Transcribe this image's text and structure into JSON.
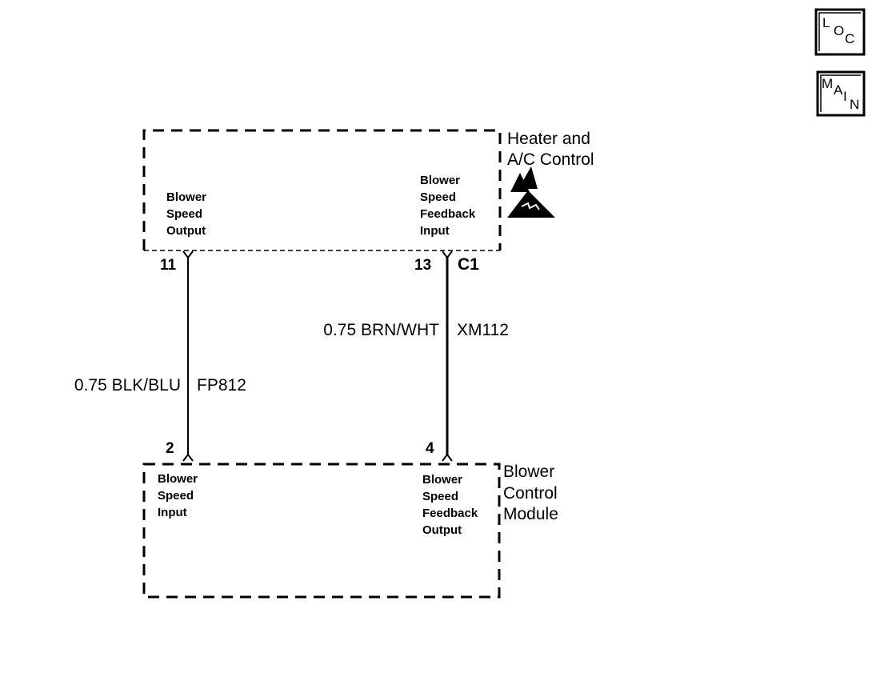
{
  "nav": {
    "loc": {
      "l1": "L",
      "l2": "O",
      "l3": "C"
    },
    "main": {
      "l1": "M",
      "l2": "A",
      "l3": "I",
      "l4": "N"
    }
  },
  "top_component": {
    "name_line1": "Heater and",
    "name_line2": "A/C Control",
    "left_signal": [
      "Blower",
      "Speed",
      "Output"
    ],
    "right_signal": [
      "Blower",
      "Speed",
      "Feedback",
      "Input"
    ],
    "connector": "C1",
    "esd_icon": "esd-sensitive-icon"
  },
  "bottom_component": {
    "name_line1": "Blower",
    "name_line2": "Control",
    "name_line3": "Module",
    "left_signal": [
      "Blower",
      "Speed",
      "Input"
    ],
    "right_signal": [
      "Blower",
      "Speed",
      "Feedback",
      "Output"
    ]
  },
  "wires": [
    {
      "top_pin": "11",
      "bottom_pin": "2",
      "spec": "0.75 BLK/BLU",
      "circuit": "FP812"
    },
    {
      "top_pin": "13",
      "bottom_pin": "4",
      "spec": "0.75 BRN/WHT",
      "circuit": "XM112"
    }
  ]
}
